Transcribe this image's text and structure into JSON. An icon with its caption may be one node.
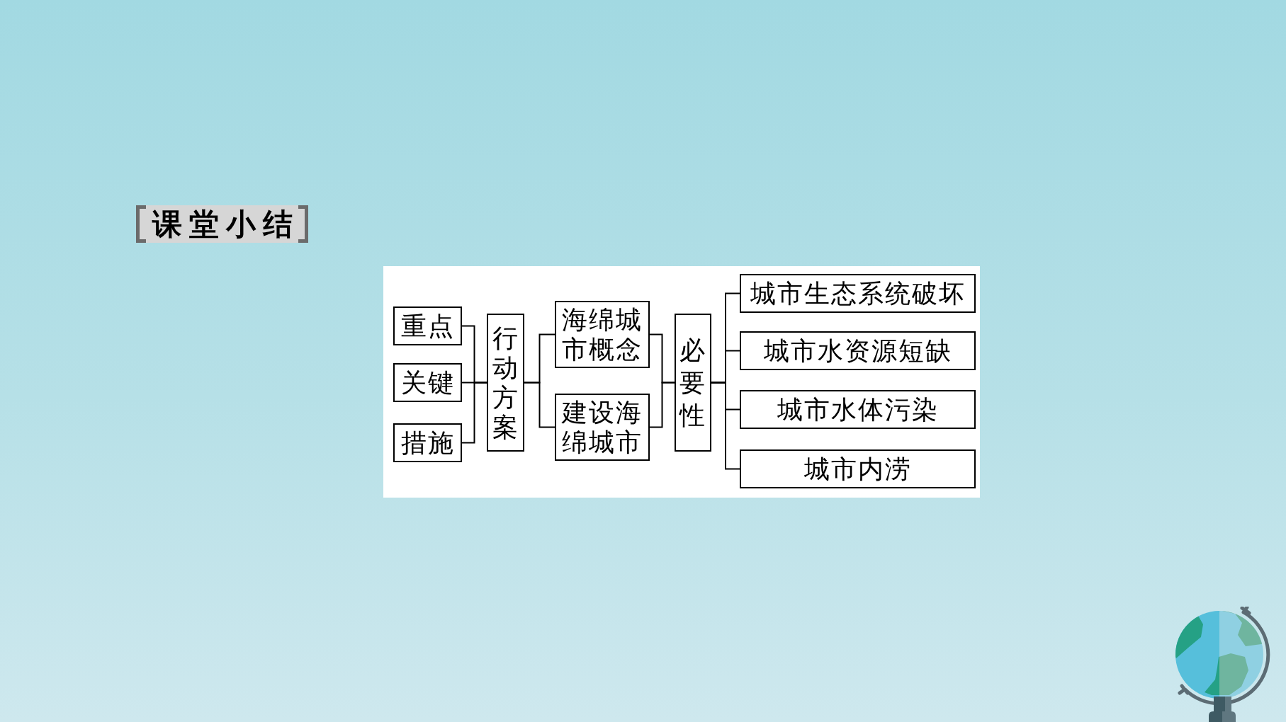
{
  "diagram": {
    "title": "课堂小结",
    "nodes": [
      {
        "text": [
          "重点"
        ]
      },
      {
        "text": [
          "关键"
        ]
      },
      {
        "text": [
          "措施"
        ]
      },
      {
        "text": [
          "行动方案"
        ]
      },
      {
        "text": [
          "海绵城市概念"
        ]
      },
      {
        "text": [
          "建设海绵城市"
        ]
      },
      {
        "text": [
          "必要性"
        ]
      },
      {
        "text": [
          "城市生态系统破坏"
        ]
      },
      {
        "text": [
          "城市水资源短缺"
        ]
      },
      {
        "text": [
          "城市水体污染"
        ]
      },
      {
        "text": [
          "城市内涝"
        ]
      }
    ],
    "edges": [
      {
        "from": 0,
        "to": 3,
        "arrow": "none"
      },
      {
        "from": 1,
        "to": 3,
        "arrow": "none"
      },
      {
        "from": 2,
        "to": 3,
        "arrow": "none"
      },
      {
        "from": 3,
        "to": 4,
        "arrow": "none"
      },
      {
        "from": 3,
        "to": 5,
        "arrow": "none"
      },
      {
        "from": 4,
        "to": 6,
        "arrow": "none"
      },
      {
        "from": 5,
        "to": 6,
        "arrow": "none"
      },
      {
        "from": 6,
        "to": 7,
        "arrow": "none"
      },
      {
        "from": 6,
        "to": 8,
        "arrow": "none"
      },
      {
        "from": 6,
        "to": 9,
        "arrow": "none"
      },
      {
        "from": 6,
        "to": 10,
        "arrow": "none"
      }
    ]
  }
}
